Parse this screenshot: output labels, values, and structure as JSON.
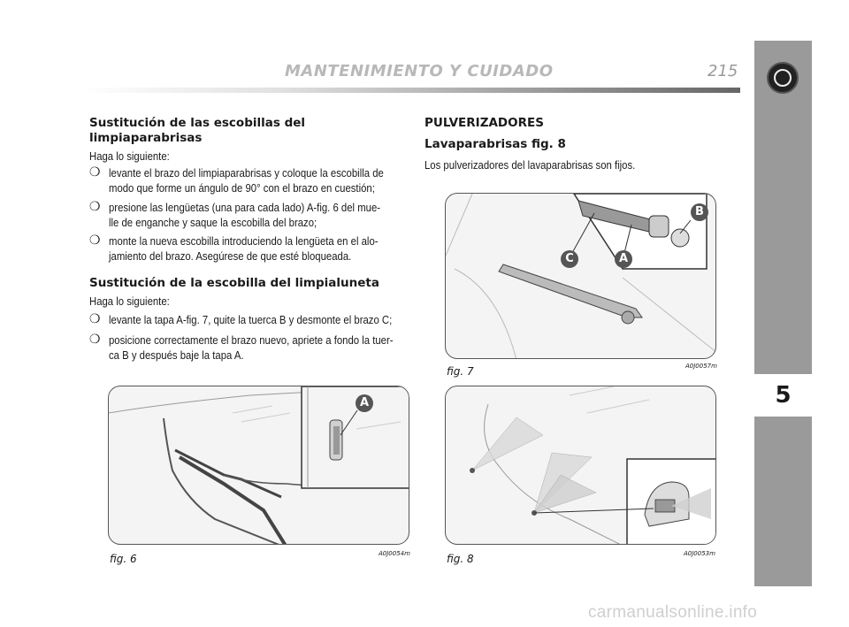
{
  "header": {
    "title": "MANTENIMIENTO Y CUIDADO",
    "page_number": "215"
  },
  "sidebar": {
    "chapter": "5"
  },
  "left": {
    "section1_title_line1": "Sustitución de las escobillas del",
    "section1_title_line2": "limpiaparabrisas",
    "section1_intro": "Haga lo siguiente:",
    "section1_items": [
      [
        "levante el brazo del limpiaparabrisas y coloque la escobilla de",
        "modo que forme un ángulo de 90° con el brazo en cuestión;"
      ],
      [
        "presione las lengüetas (una para cada lado) A-fig. 6 del mue-",
        "lle de enganche y saque la escobilla del brazo;"
      ],
      [
        "monte la nueva escobilla introduciendo la lengüeta en el alo-",
        "jamiento del brazo. Asegúrese de que esté bloqueada."
      ]
    ],
    "section2_title": "Sustitución de la escobilla del limpialuneta",
    "section2_intro": "Haga lo siguiente:",
    "section2_items": [
      [
        "levante la tapa A-fig. 7, quite la tuerca B y desmonte el brazo C;"
      ],
      [
        "posicione correctamente el brazo nuevo, apriete a fondo la tuer-",
        "ca B y después baje la tapa A."
      ]
    ]
  },
  "right": {
    "heading": "PULVERIZADORES",
    "subheading": "Lavaparabrisas fig. 8",
    "text": "Los pulverizadores del lavaparabrisas son fijos."
  },
  "figures": {
    "fig6": {
      "label": "fig. 6",
      "code": "A0J0054m",
      "callout_a": "A"
    },
    "fig7": {
      "label": "fig. 7",
      "code": "A0J0057m",
      "callout_a": "A",
      "callout_b": "B",
      "callout_c": "C"
    },
    "fig8": {
      "label": "fig. 8",
      "code": "A0J0053m"
    }
  },
  "bullet_symbol": "❍",
  "watermark": "carmanualsonline.info"
}
